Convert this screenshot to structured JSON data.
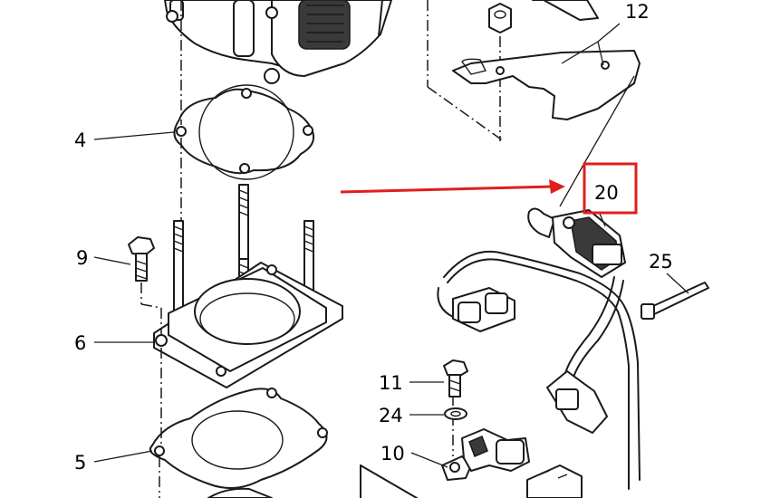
{
  "diagram": {
    "callouts": {
      "c4": "4",
      "c5": "5",
      "c6": "6",
      "c9": "9",
      "c10": "10",
      "c11": "11",
      "c12": "12",
      "c20": "20",
      "c24": "24",
      "c25": "25"
    },
    "highlight_color": "#e01e1e",
    "line_color": "#1a1a1a"
  }
}
